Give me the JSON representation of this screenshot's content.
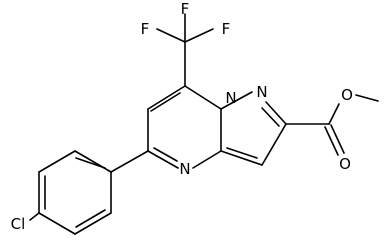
{
  "molecule": {
    "atoms": {
      "F1": "F",
      "F2": "F",
      "F3": "F",
      "N_pyrimidine": "N",
      "N_bridge": "N",
      "N_pyrazole": "N",
      "O_ester": "O",
      "O_carbonyl": "O",
      "Cl": "Cl"
    }
  },
  "colors": {
    "bond": "#000000",
    "label": "#000000",
    "background": "#ffffff"
  }
}
